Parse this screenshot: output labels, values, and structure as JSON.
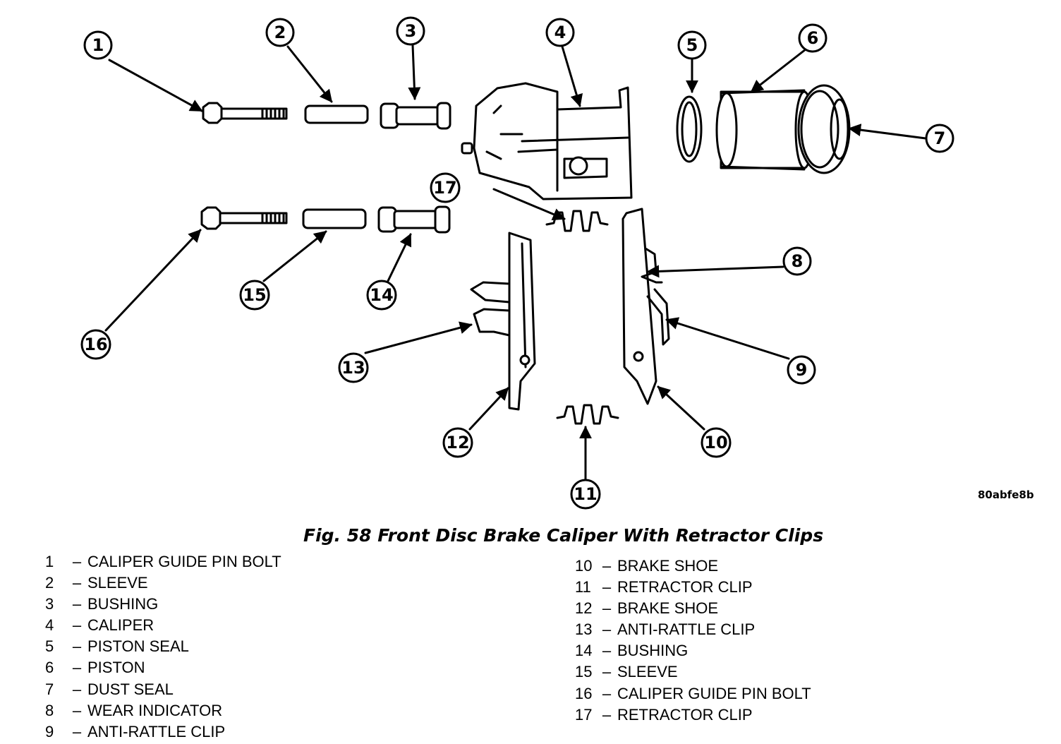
{
  "figure": {
    "id": "80abfe8b",
    "caption": "Fig. 58 Front Disc Brake Caliper With Retractor Clips"
  },
  "callouts": [
    {
      "num": "1"
    },
    {
      "num": "2"
    },
    {
      "num": "3"
    },
    {
      "num": "4"
    },
    {
      "num": "5"
    },
    {
      "num": "6"
    },
    {
      "num": "7"
    },
    {
      "num": "8"
    },
    {
      "num": "9"
    },
    {
      "num": "10"
    },
    {
      "num": "11"
    },
    {
      "num": "12"
    },
    {
      "num": "13"
    },
    {
      "num": "14"
    },
    {
      "num": "15"
    },
    {
      "num": "16"
    },
    {
      "num": "17"
    }
  ],
  "legend_left": [
    {
      "num": "1",
      "dash": "–",
      "label": "CALIPER GUIDE PIN BOLT"
    },
    {
      "num": "2",
      "dash": "–",
      "label": "SLEEVE"
    },
    {
      "num": "3",
      "dash": "–",
      "label": "BUSHING"
    },
    {
      "num": "4",
      "dash": "–",
      "label": "CALIPER"
    },
    {
      "num": "5",
      "dash": "–",
      "label": "PISTON SEAL"
    },
    {
      "num": "6",
      "dash": "–",
      "label": "PISTON"
    },
    {
      "num": "7",
      "dash": "–",
      "label": "DUST SEAL"
    },
    {
      "num": "8",
      "dash": "–",
      "label": "WEAR INDICATOR"
    },
    {
      "num": "9",
      "dash": "–",
      "label": "ANTI-RATTLE CLIP"
    }
  ],
  "legend_right": [
    {
      "num": "10",
      "dash": "–",
      "label": "BRAKE SHOE"
    },
    {
      "num": "11",
      "dash": "–",
      "label": "RETRACTOR CLIP"
    },
    {
      "num": "12",
      "dash": "–",
      "label": "BRAKE SHOE"
    },
    {
      "num": "13",
      "dash": "–",
      "label": "ANTI-RATTLE CLIP"
    },
    {
      "num": "14",
      "dash": "–",
      "label": "BUSHING"
    },
    {
      "num": "15",
      "dash": "–",
      "label": "SLEEVE"
    },
    {
      "num": "16",
      "dash": "–",
      "label": "CALIPER GUIDE PIN BOLT"
    },
    {
      "num": "17",
      "dash": "–",
      "label": "RETRACTOR CLIP"
    }
  ]
}
